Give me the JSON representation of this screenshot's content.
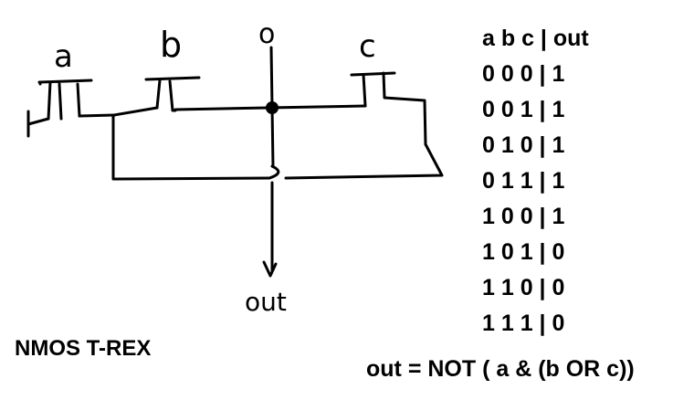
{
  "diagram": {
    "labels": {
      "input_a": "a",
      "input_b": "b",
      "input_c": "c",
      "top_node": "o",
      "output": "out"
    }
  },
  "truth_table": {
    "header": "a b c | out",
    "rows": [
      "0 0 0 | 1",
      "0 0 1 | 1",
      "0 1 0 | 1",
      "0 1 1 | 1",
      "1 0 0 | 1",
      "1 0 1 | 0",
      "1 1 0 | 0",
      "1 1 1 | 0"
    ]
  },
  "title": "NMOS T-REX",
  "equation": "out = NOT ( a & (b OR c))",
  "colors": {
    "ink": "#000000",
    "background": "#ffffff"
  }
}
